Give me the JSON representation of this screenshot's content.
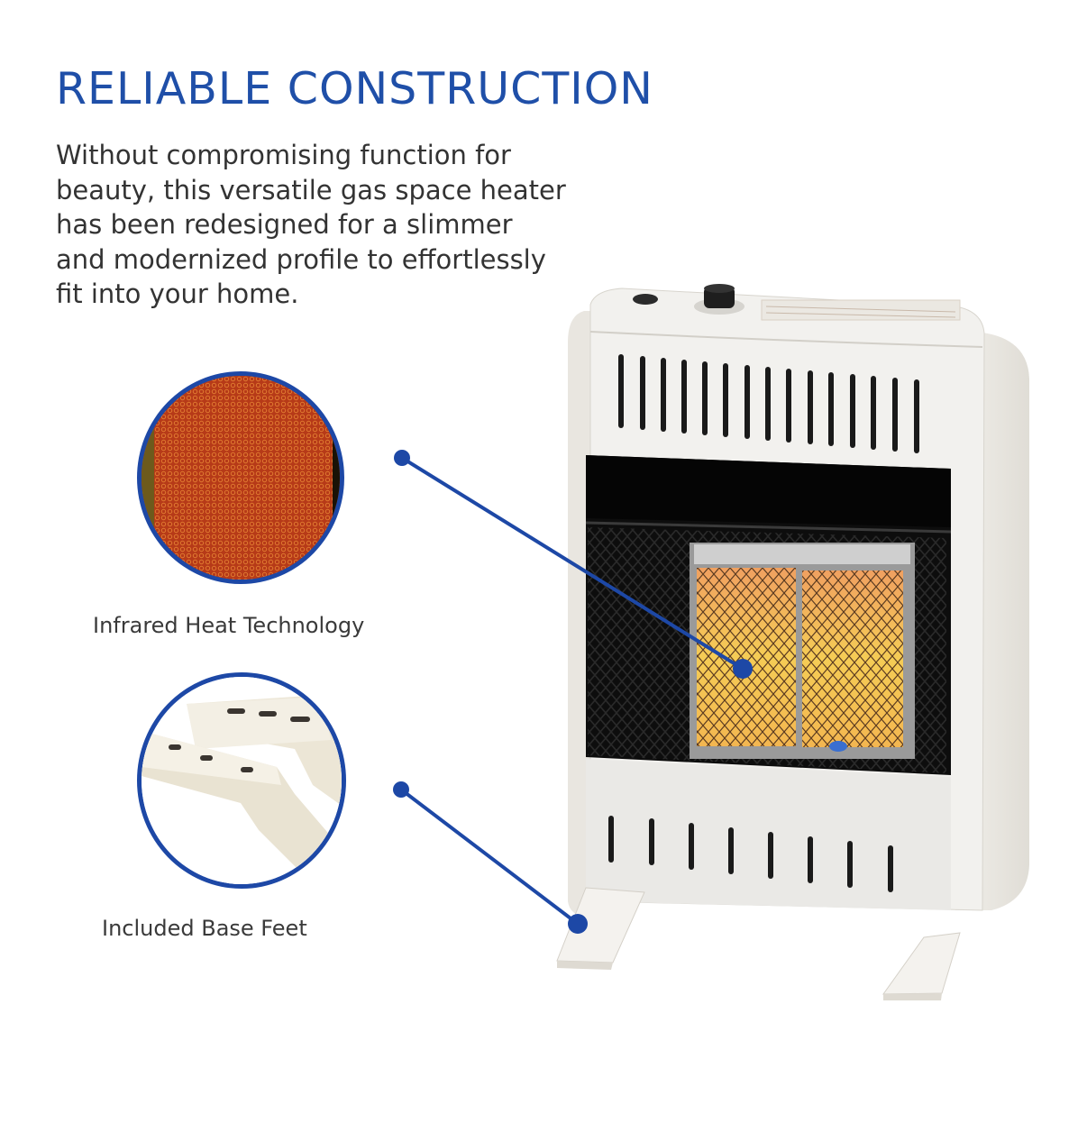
{
  "header": {
    "title": "RELIABLE CONSTRUCTION",
    "description_lines": [
      "Without compromising function for",
      "beauty, this versatile gas space heater",
      "has been redesigned for a slimmer",
      "and modernized profile to effortlessly",
      "fit into your home."
    ]
  },
  "callouts": [
    {
      "label": "Infrared Heat Technology",
      "icon": "infrared-burner-closeup"
    },
    {
      "label": "Included Base Feet",
      "icon": "base-feet-closeup"
    }
  ],
  "colors": {
    "accent": "#1f4fa8",
    "callout_line": "#1d48a6",
    "body_text": "#333333",
    "heater_body": "#ecebe6",
    "burner_glow": "#f2c14a"
  }
}
